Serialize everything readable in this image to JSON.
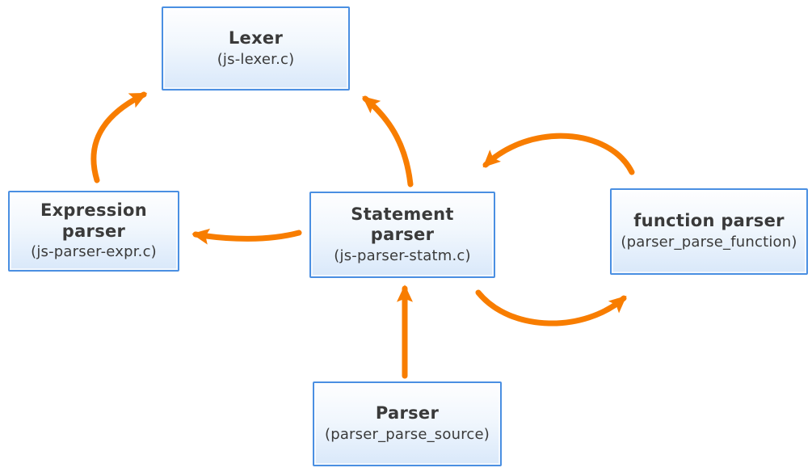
{
  "diagram": {
    "colors": {
      "background": "#FFFFFF",
      "arrow": "#F87D00",
      "node_border": "#4A8FE2",
      "node_fill_top": "#FEFEFF",
      "node_fill_bottom": "#D9E8FA",
      "text": "#3A3A3A"
    },
    "nodes": [
      {
        "id": "lexer",
        "title": "Lexer",
        "subtitle": "(js-lexer.c)"
      },
      {
        "id": "expression-parser",
        "title": "Expression\nparser",
        "subtitle": "(js-parser-expr.c)"
      },
      {
        "id": "statement-parser",
        "title": "Statement\nparser",
        "subtitle": "(js-parser-statm.c)"
      },
      {
        "id": "function-parser",
        "title": "function parser",
        "subtitle": "(parser_parse_function)"
      },
      {
        "id": "parser",
        "title": "Parser",
        "subtitle": "(parser_parse_source)"
      }
    ],
    "edges": [
      {
        "from": "expression-parser",
        "to": "lexer"
      },
      {
        "from": "statement-parser",
        "to": "lexer"
      },
      {
        "from": "statement-parser",
        "to": "expression-parser"
      },
      {
        "from": "function-parser",
        "to": "statement-parser"
      },
      {
        "from": "statement-parser",
        "to": "function-parser"
      },
      {
        "from": "parser",
        "to": "statement-parser"
      }
    ]
  }
}
